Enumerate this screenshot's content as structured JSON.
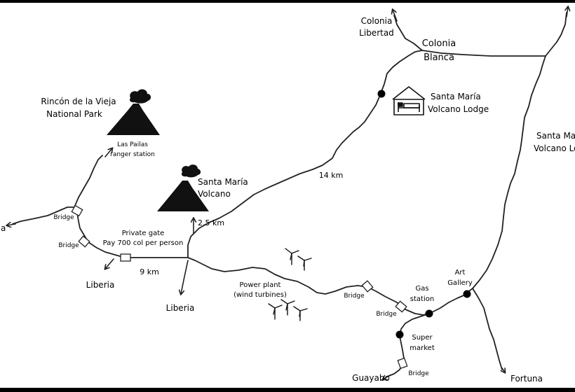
{
  "places": {
    "colonia_libertad": [
      "Colonia",
      "Libertad"
    ],
    "colonia_blanca": [
      "Colonia",
      "Blanca"
    ],
    "lodge": [
      "Santa María",
      "Volcano Lodge"
    ],
    "lodge_right": [
      "Santa Mari",
      "Volcano Lod"
    ],
    "rincon": [
      "Rincón de la Vieja",
      "National Park"
    ],
    "las_pailas": [
      "Las Pailas",
      "ranger station"
    ],
    "volcano": [
      "Santa María",
      "Volcano"
    ],
    "private_gate": [
      "Private gate",
      "Pay 700 col per person"
    ],
    "power_plant": [
      "Power plant",
      "(wind turbines)"
    ],
    "gas_station": [
      "Gas",
      "station"
    ],
    "art_gallery": [
      "Art",
      "Gallery"
    ],
    "supermarket": [
      "Super",
      "market"
    ],
    "liberia_west": "Liberia",
    "liberia_south": "Liberia",
    "guayabo": "Guayabo",
    "fortuna": "Fortuna",
    "left_edge": "a"
  },
  "bridges": [
    "Bridge",
    "Bridge",
    "Bridge",
    "Bridge",
    "Bridge"
  ],
  "distances": {
    "d14": "14 km",
    "d25": "2.5 km",
    "d9": "9 km"
  }
}
